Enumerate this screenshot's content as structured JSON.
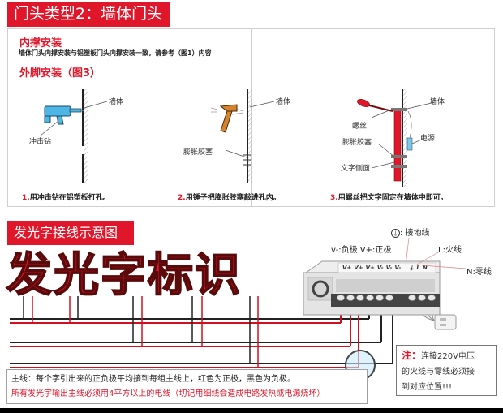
{
  "section1": {
    "banner": "门头类型2：墙体门头",
    "inner_install": {
      "title": "内撑安装",
      "desc": "墙体门头内撑安装与铝塑板门头内撑安装一致，请参考（图1）内容"
    },
    "outer_install": {
      "title": "外脚安装（图3）"
    },
    "steps": [
      {
        "num": "1.",
        "text": "用冲击钻在铝塑板打孔。",
        "labels": {
          "wall": "墙体",
          "tool": "冲击钻"
        },
        "tool_icon": "hammer-drill-icon"
      },
      {
        "num": "2.",
        "text": "用锤子把膨胀胶塞敲进孔内。",
        "labels": {
          "wall": "墙体",
          "anchor": "膨胀胶塞"
        },
        "tool_icon": "hammer-icon"
      },
      {
        "num": "3.",
        "text": "用螺丝把文字固定在墙体中即可。",
        "labels": {
          "wall": "墙体",
          "screw": "螺丝",
          "anchor": "膨胀胶塞",
          "letter_side": "文字侧面",
          "power": "电源"
        },
        "tool_icon": "screwdriver-icon"
      }
    ]
  },
  "section2": {
    "banner": "发光字接线示意图",
    "big_title": "发光字标识",
    "power_supply": {
      "labels": {
        "neg_pos": "v-:负极  V+:正极",
        "ground": ": 接地线",
        "live": "L:火线",
        "neutral": "N:零线"
      },
      "terminals": [
        "V+",
        "V+",
        "V+",
        "V-",
        "V-",
        "V-",
        "⏚",
        "L",
        "N"
      ]
    },
    "note": {
      "line1": "主线：每个字引出来的正负极平均接到每组主线上，红色为正极，黑色为负极。",
      "line2": "所有发光字输出主线必须用4平方以上的电线（切记用细线会造成电路发热或电源烧坏）"
    },
    "warning": {
      "tag": "注：",
      "line1": "连接220V电压",
      "line2": "的火线与零线必须接",
      "line3": "到对应位置!!!"
    }
  },
  "colors": {
    "brand_red": "#e0172b",
    "wire_red": "#d0101e",
    "wire_black": "#222222",
    "power_supply_gray": "#d8d8d8"
  }
}
